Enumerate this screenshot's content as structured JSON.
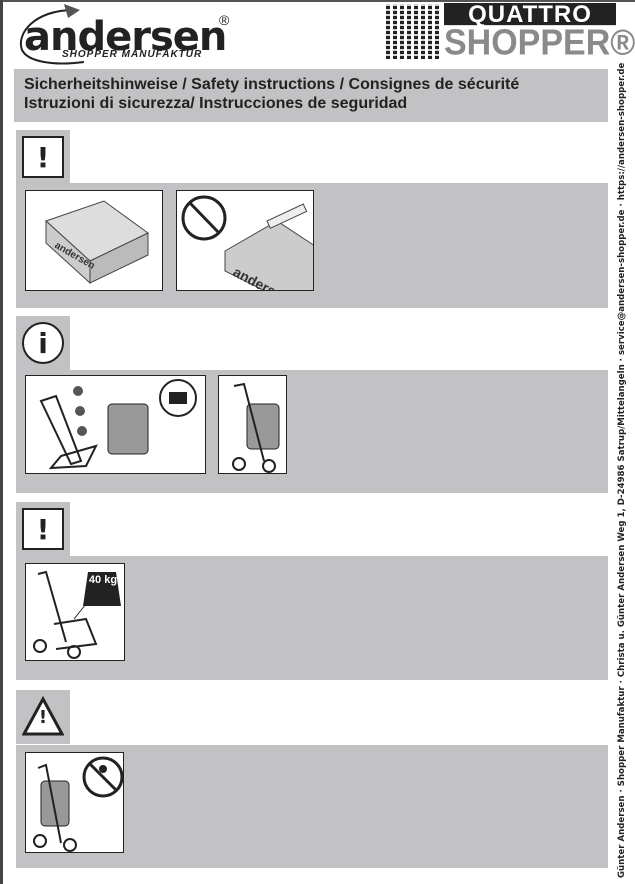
{
  "header": {
    "brand": "andersen",
    "brand_sub": "SHOPPER MANUFAKTUR",
    "registered": "®",
    "product_line1": "QUATTRO",
    "product_line2": "SHOPPER®"
  },
  "title": {
    "line1": "Sicherheitshinweise / Safety instructions / Consignes de sécurité",
    "line2": "Istruzioni di sicurezza/ Instrucciones de seguridad"
  },
  "sections": [
    {
      "icon": "exclamation-icon",
      "symbol": "!"
    },
    {
      "icon": "info-icon",
      "symbol": "i"
    },
    {
      "icon": "exclamation-icon",
      "symbol": "!",
      "weight_label": "40 kg"
    },
    {
      "icon": "warning-triangle-icon",
      "symbol": "!"
    }
  ],
  "footer_side": "Günter Andersen · Shopper Manufaktur · Christa u. Günter Andersen Weg 1, D-24986 Satrup/Mittelangeln · service@andersen-shopper.de · https://andersen-shopper.de"
}
